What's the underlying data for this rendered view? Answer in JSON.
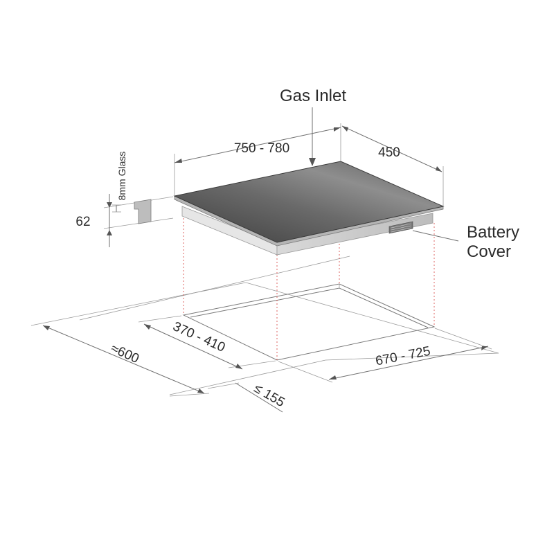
{
  "labels": {
    "gas_inlet": "Gas Inlet",
    "width_range": "750 - 780",
    "depth": "450",
    "glass": "8mm Glass",
    "height": "62",
    "battery_line1": "Battery",
    "battery_line2": "Cover",
    "cutout_depth": "370 - 410",
    "cutout_width": "670 - 725",
    "worktop_depth": "≈600",
    "edge_distance": "≤ 155"
  },
  "colors": {
    "glass_top_dark": "#3a3a3a",
    "glass_top_light": "#9a9a9a",
    "body_edge": "#cfcfcf",
    "guide_dashed": "#d9534f"
  }
}
